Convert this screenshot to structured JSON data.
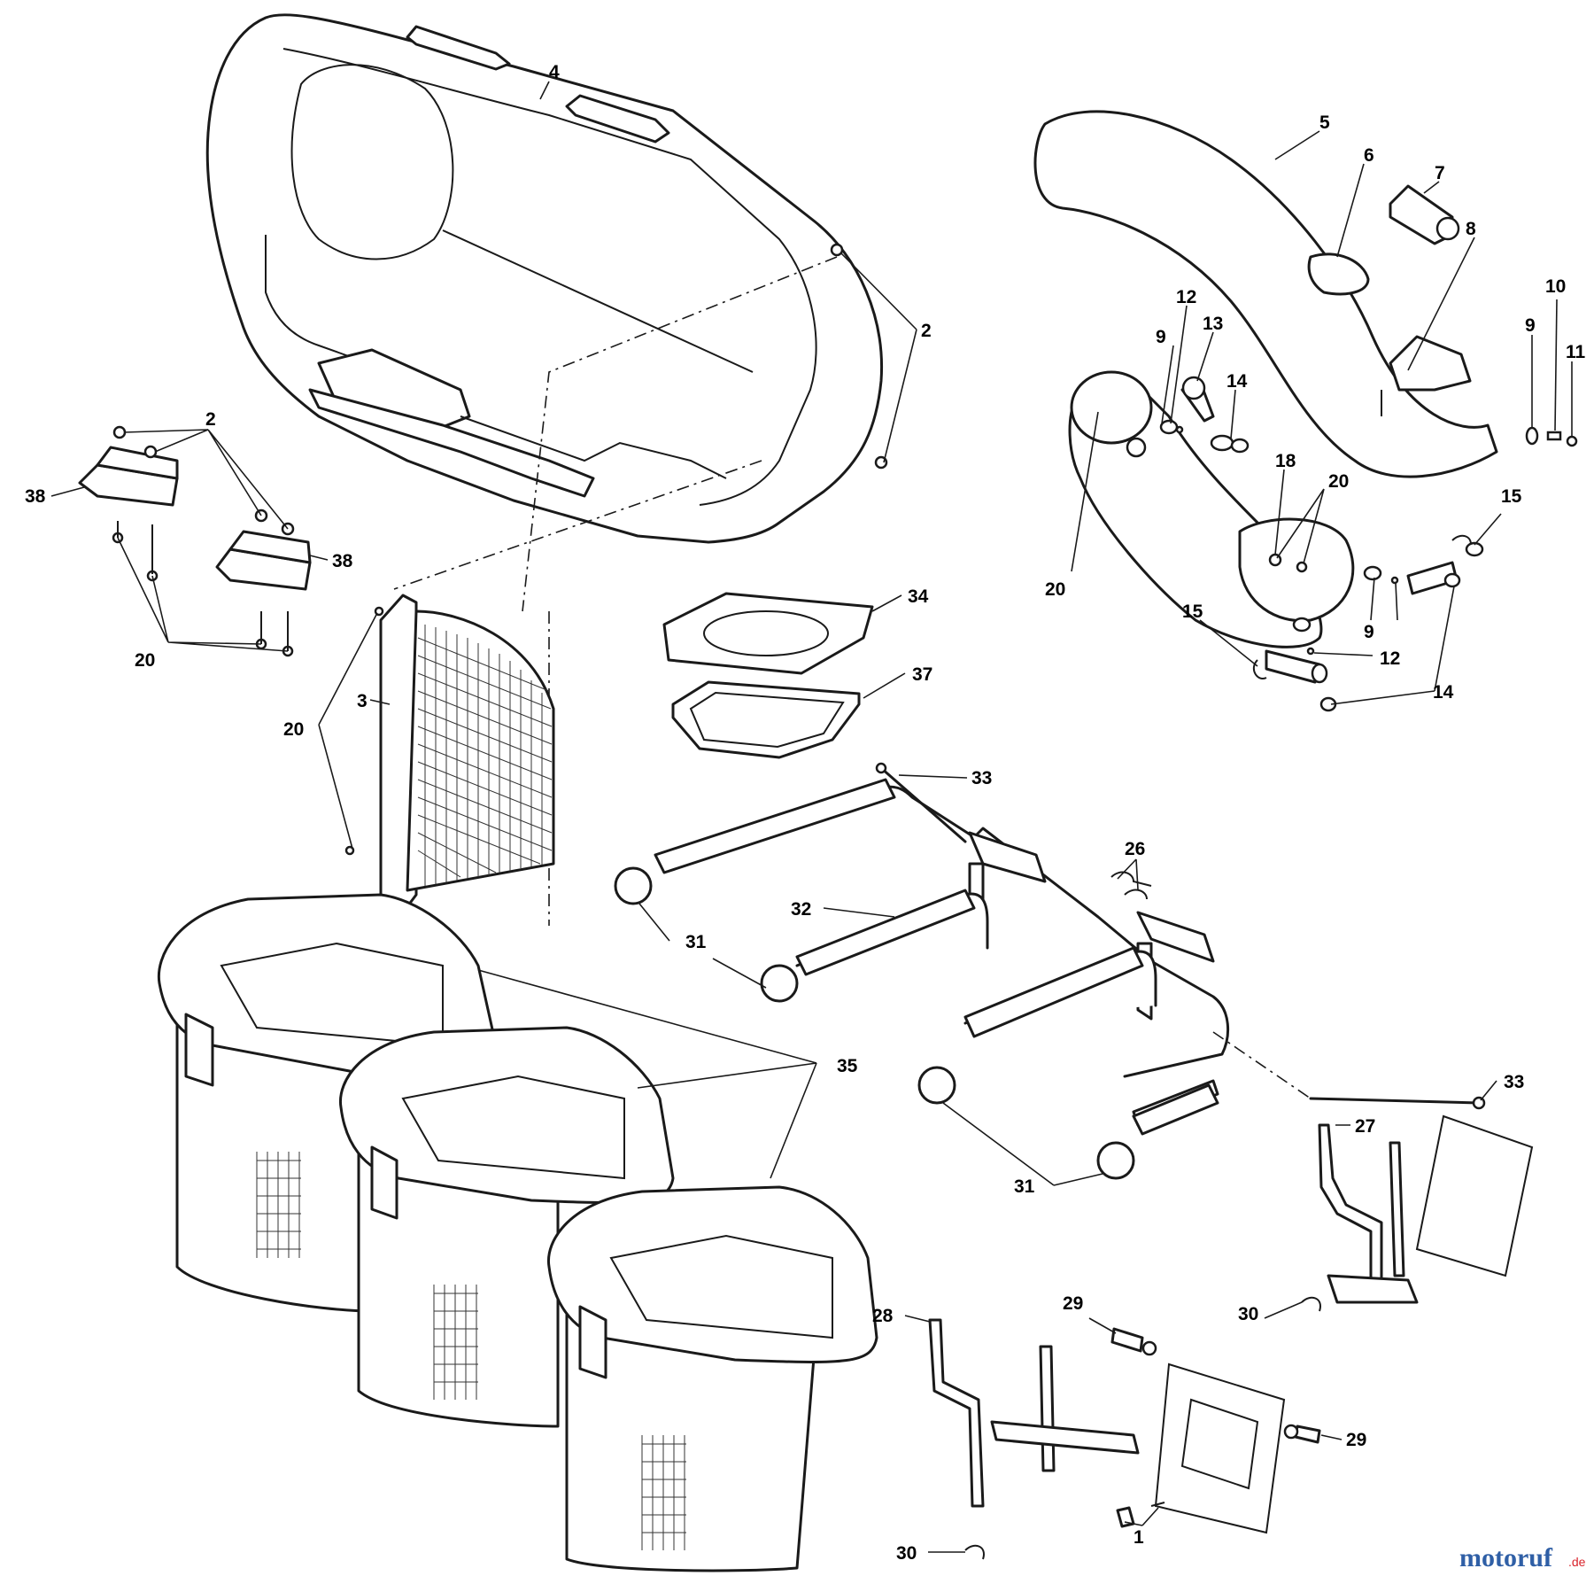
{
  "callouts": [
    {
      "id": "c4",
      "text": "4"
    },
    {
      "id": "c2a",
      "text": "2"
    },
    {
      "id": "c2b",
      "text": "2"
    },
    {
      "id": "c38a",
      "text": "38"
    },
    {
      "id": "c38b",
      "text": "38"
    },
    {
      "id": "c20a",
      "text": "20"
    },
    {
      "id": "c20b",
      "text": "20"
    },
    {
      "id": "c3",
      "text": "3"
    },
    {
      "id": "c34",
      "text": "34"
    },
    {
      "id": "c37",
      "text": "37"
    },
    {
      "id": "c5",
      "text": "5"
    },
    {
      "id": "c6",
      "text": "6"
    },
    {
      "id": "c7",
      "text": "7"
    },
    {
      "id": "c8",
      "text": "8"
    },
    {
      "id": "c10",
      "text": "10"
    },
    {
      "id": "c9a",
      "text": "9"
    },
    {
      "id": "c11",
      "text": "11"
    },
    {
      "id": "c12a",
      "text": "12"
    },
    {
      "id": "c9b",
      "text": "9"
    },
    {
      "id": "c13",
      "text": "13"
    },
    {
      "id": "c14a",
      "text": "14"
    },
    {
      "id": "c18",
      "text": "18"
    },
    {
      "id": "c20c",
      "text": "20"
    },
    {
      "id": "c20d",
      "text": "20"
    },
    {
      "id": "c15a",
      "text": "15"
    },
    {
      "id": "c15b",
      "text": "15"
    },
    {
      "id": "c9c",
      "text": "9"
    },
    {
      "id": "c12b",
      "text": "12"
    },
    {
      "id": "c14b",
      "text": "14"
    },
    {
      "id": "c33a",
      "text": "33"
    },
    {
      "id": "c26",
      "text": "26"
    },
    {
      "id": "c32",
      "text": "32"
    },
    {
      "id": "c31a",
      "text": "31"
    },
    {
      "id": "c35",
      "text": "35"
    },
    {
      "id": "c33b",
      "text": "33"
    },
    {
      "id": "c27",
      "text": "27"
    },
    {
      "id": "c31b",
      "text": "31"
    },
    {
      "id": "c28",
      "text": "28"
    },
    {
      "id": "c29a",
      "text": "29"
    },
    {
      "id": "c30a",
      "text": "30"
    },
    {
      "id": "c29b",
      "text": "29"
    },
    {
      "id": "c30b",
      "text": "30"
    },
    {
      "id": "c1",
      "text": "1"
    }
  ],
  "watermark": {
    "main": "motoruf",
    "suffix": ".de"
  }
}
